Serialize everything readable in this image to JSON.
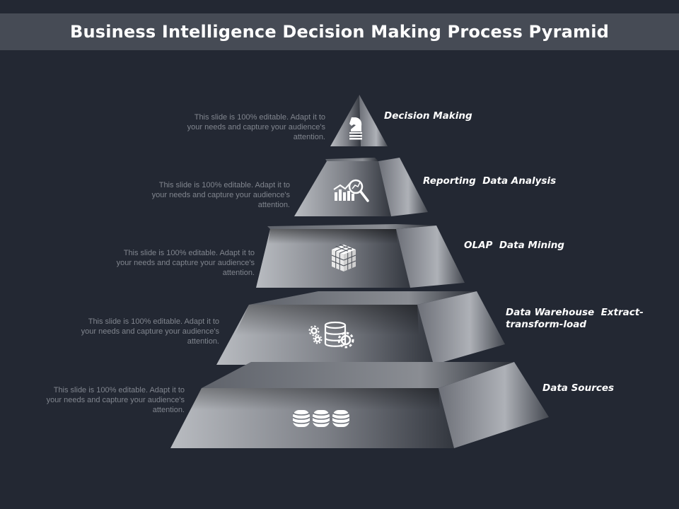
{
  "title": "Business Intelligence Decision Making Process Pyramid",
  "levels": [
    {
      "label": "Decision Making",
      "description": "This slide is 100% editable. Adapt it to your needs and capture your audience's attention.",
      "icon": "chess-knight-icon"
    },
    {
      "label": "Reporting  Data Analysis",
      "description": "This slide is 100% editable. Adapt it to your needs and capture your audience's attention.",
      "icon": "chart-magnifier-icon"
    },
    {
      "label": "OLAP  Data Mining",
      "description": "This slide is 100% editable. Adapt it to your needs and capture your audience's attention.",
      "icon": "cube-icon"
    },
    {
      "label": "Data Warehouse  Extract-transform-load",
      "description": "This slide is 100% editable. Adapt it to your needs and capture your audience's attention.",
      "icon": "gears-database-icon"
    },
    {
      "label": "Data Sources",
      "description": "This slide is 100% editable. Adapt it to your needs and capture your audience's attention.",
      "icon": "databases-icon"
    }
  ],
  "colors": {
    "background": "#232833",
    "title_bar": "#464b55",
    "description_text": "#80858e",
    "label_text": "#ffffff"
  }
}
